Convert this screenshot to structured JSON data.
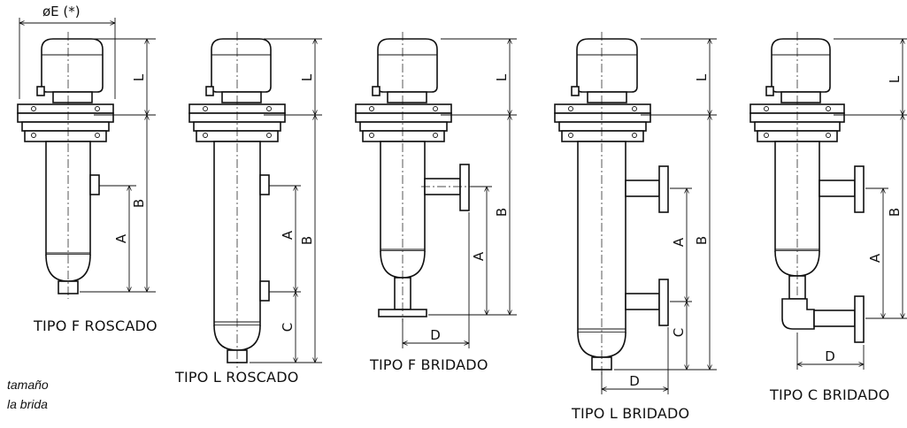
{
  "diagram": {
    "diameter_label": "øE (*)",
    "footnote": {
      "line1": "tamaño",
      "line2": "la brida"
    },
    "variants": [
      {
        "label": "TIPO F ROSCADO",
        "dims": {
          "L": "L",
          "A": "A",
          "B": "B"
        }
      },
      {
        "label": "TIPO L ROSCADO",
        "dims": {
          "L": "L",
          "A": "A",
          "B": "B",
          "C": "C"
        }
      },
      {
        "label": "TIPO F BRIDADO",
        "dims": {
          "L": "L",
          "A": "A",
          "B": "B",
          "D": "D"
        }
      },
      {
        "label": "TIPO L BRIDADO",
        "dims": {
          "L": "L",
          "A": "A",
          "B": "B",
          "C": "C",
          "D": "D"
        }
      },
      {
        "label": "TIPO C BRIDADO",
        "dims": {
          "L": "L",
          "A": "A",
          "B": "B",
          "D": "D"
        }
      }
    ]
  }
}
